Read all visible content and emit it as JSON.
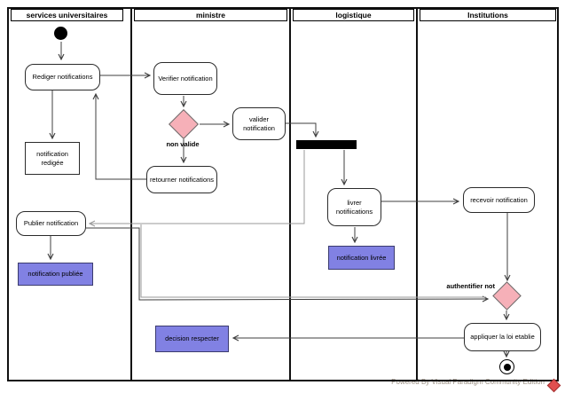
{
  "lanes": [
    {
      "label": "services universitaires"
    },
    {
      "label": "ministre"
    },
    {
      "label": "logistique"
    },
    {
      "label": "Institutions"
    }
  ],
  "nodes": {
    "rediger": "Rediger notifications",
    "notification_redigee": "notification redigée",
    "publier": "Publier notification",
    "notification_publiee": "notification publiée",
    "verifier": "Verifier notification",
    "valider": "valider notification",
    "retourner": "retourner notifications",
    "decision_respecter": "decision respecter",
    "livrer": "livrer notifiications",
    "notification_livree": "notification livrée",
    "recevoir": "recevoir notification",
    "appliquer": "appliquer la loi etablie"
  },
  "edge_labels": {
    "non_valide": "non valide",
    "authentifier_not": "authentifier not"
  },
  "watermark": "Powered By  Visual Paradigm Community Edition",
  "colors": {
    "object_node_fill": "#8181e3",
    "decision_fill": "#f6b0b8",
    "fork_bar": "#000000",
    "edge_dark": "#3f3f3f",
    "edge_gray": "#9a9a9a",
    "watermark_logo": "#e04f4f"
  }
}
